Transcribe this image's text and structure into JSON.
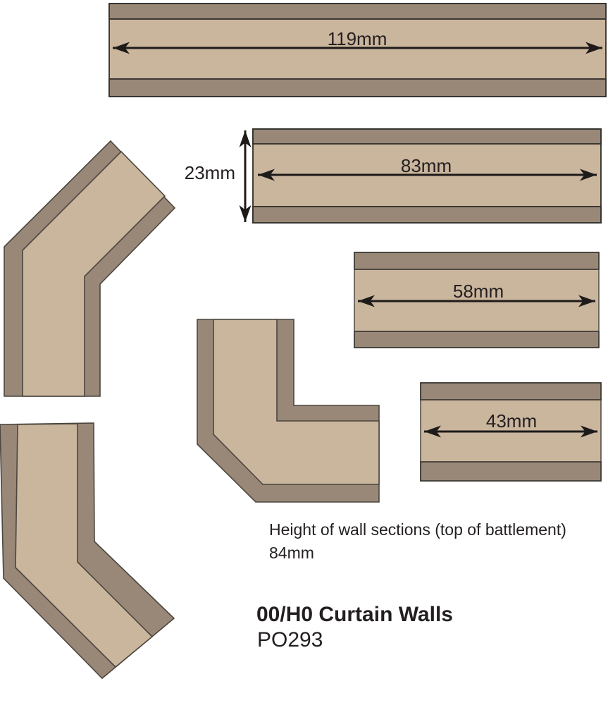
{
  "document": {
    "kind": "model-kit instruction diagram",
    "background": "#ffffff"
  },
  "colors": {
    "wall_light": "#cab59d",
    "wall_dark": "#998878",
    "outline_dark": "#2f2d2a",
    "outline_soft": "#55504a",
    "arrow": "#1d1b1a",
    "text": "#231f20"
  },
  "dims": {
    "d119": "119mm",
    "d83": "83mm",
    "d23": "23mm",
    "d58": "58mm",
    "d43": "43mm"
  },
  "notes": {
    "height_note": "Height of wall sections (top of battlement)",
    "height_value": "84mm"
  },
  "footer": {
    "title": "00/H0 Curtain Walls",
    "code": "PO293"
  }
}
